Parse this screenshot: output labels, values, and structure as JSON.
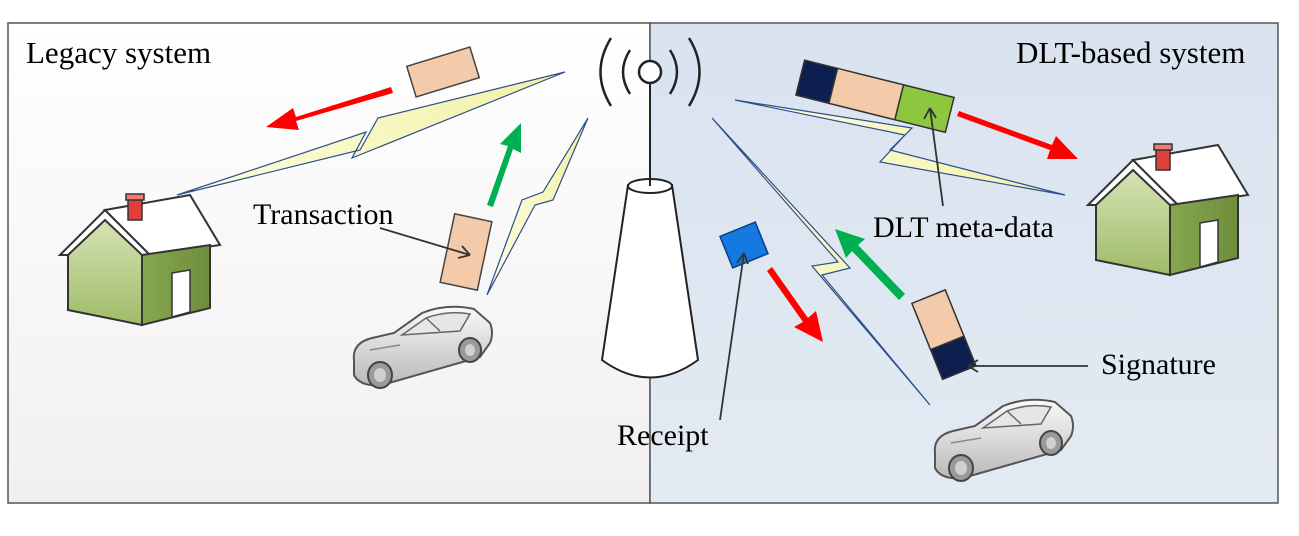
{
  "regions": {
    "legacy": {
      "title": "Legacy system",
      "fill": "#f3f3f3"
    },
    "dlt": {
      "title": "DLT-based system",
      "fill": "#dfe7f1"
    }
  },
  "callouts": {
    "transaction": "Transaction",
    "dlt_meta": "DLT meta-data",
    "receipt": "Receipt",
    "signature": "Signature"
  },
  "colors": {
    "red_arrow": "#ff0000",
    "green_arrow": "#00b050",
    "transaction_block": "#f4cbaa",
    "meta_data_block": "#8dc63f",
    "signature_block": "#0d1f4f",
    "receipt_block": "#1479e0",
    "house_wall": "#a9c27a",
    "chimney": "#e0403c"
  },
  "icons": [
    "house-icon",
    "car-icon",
    "cell-tower-icon",
    "lightning-link-icon"
  ]
}
